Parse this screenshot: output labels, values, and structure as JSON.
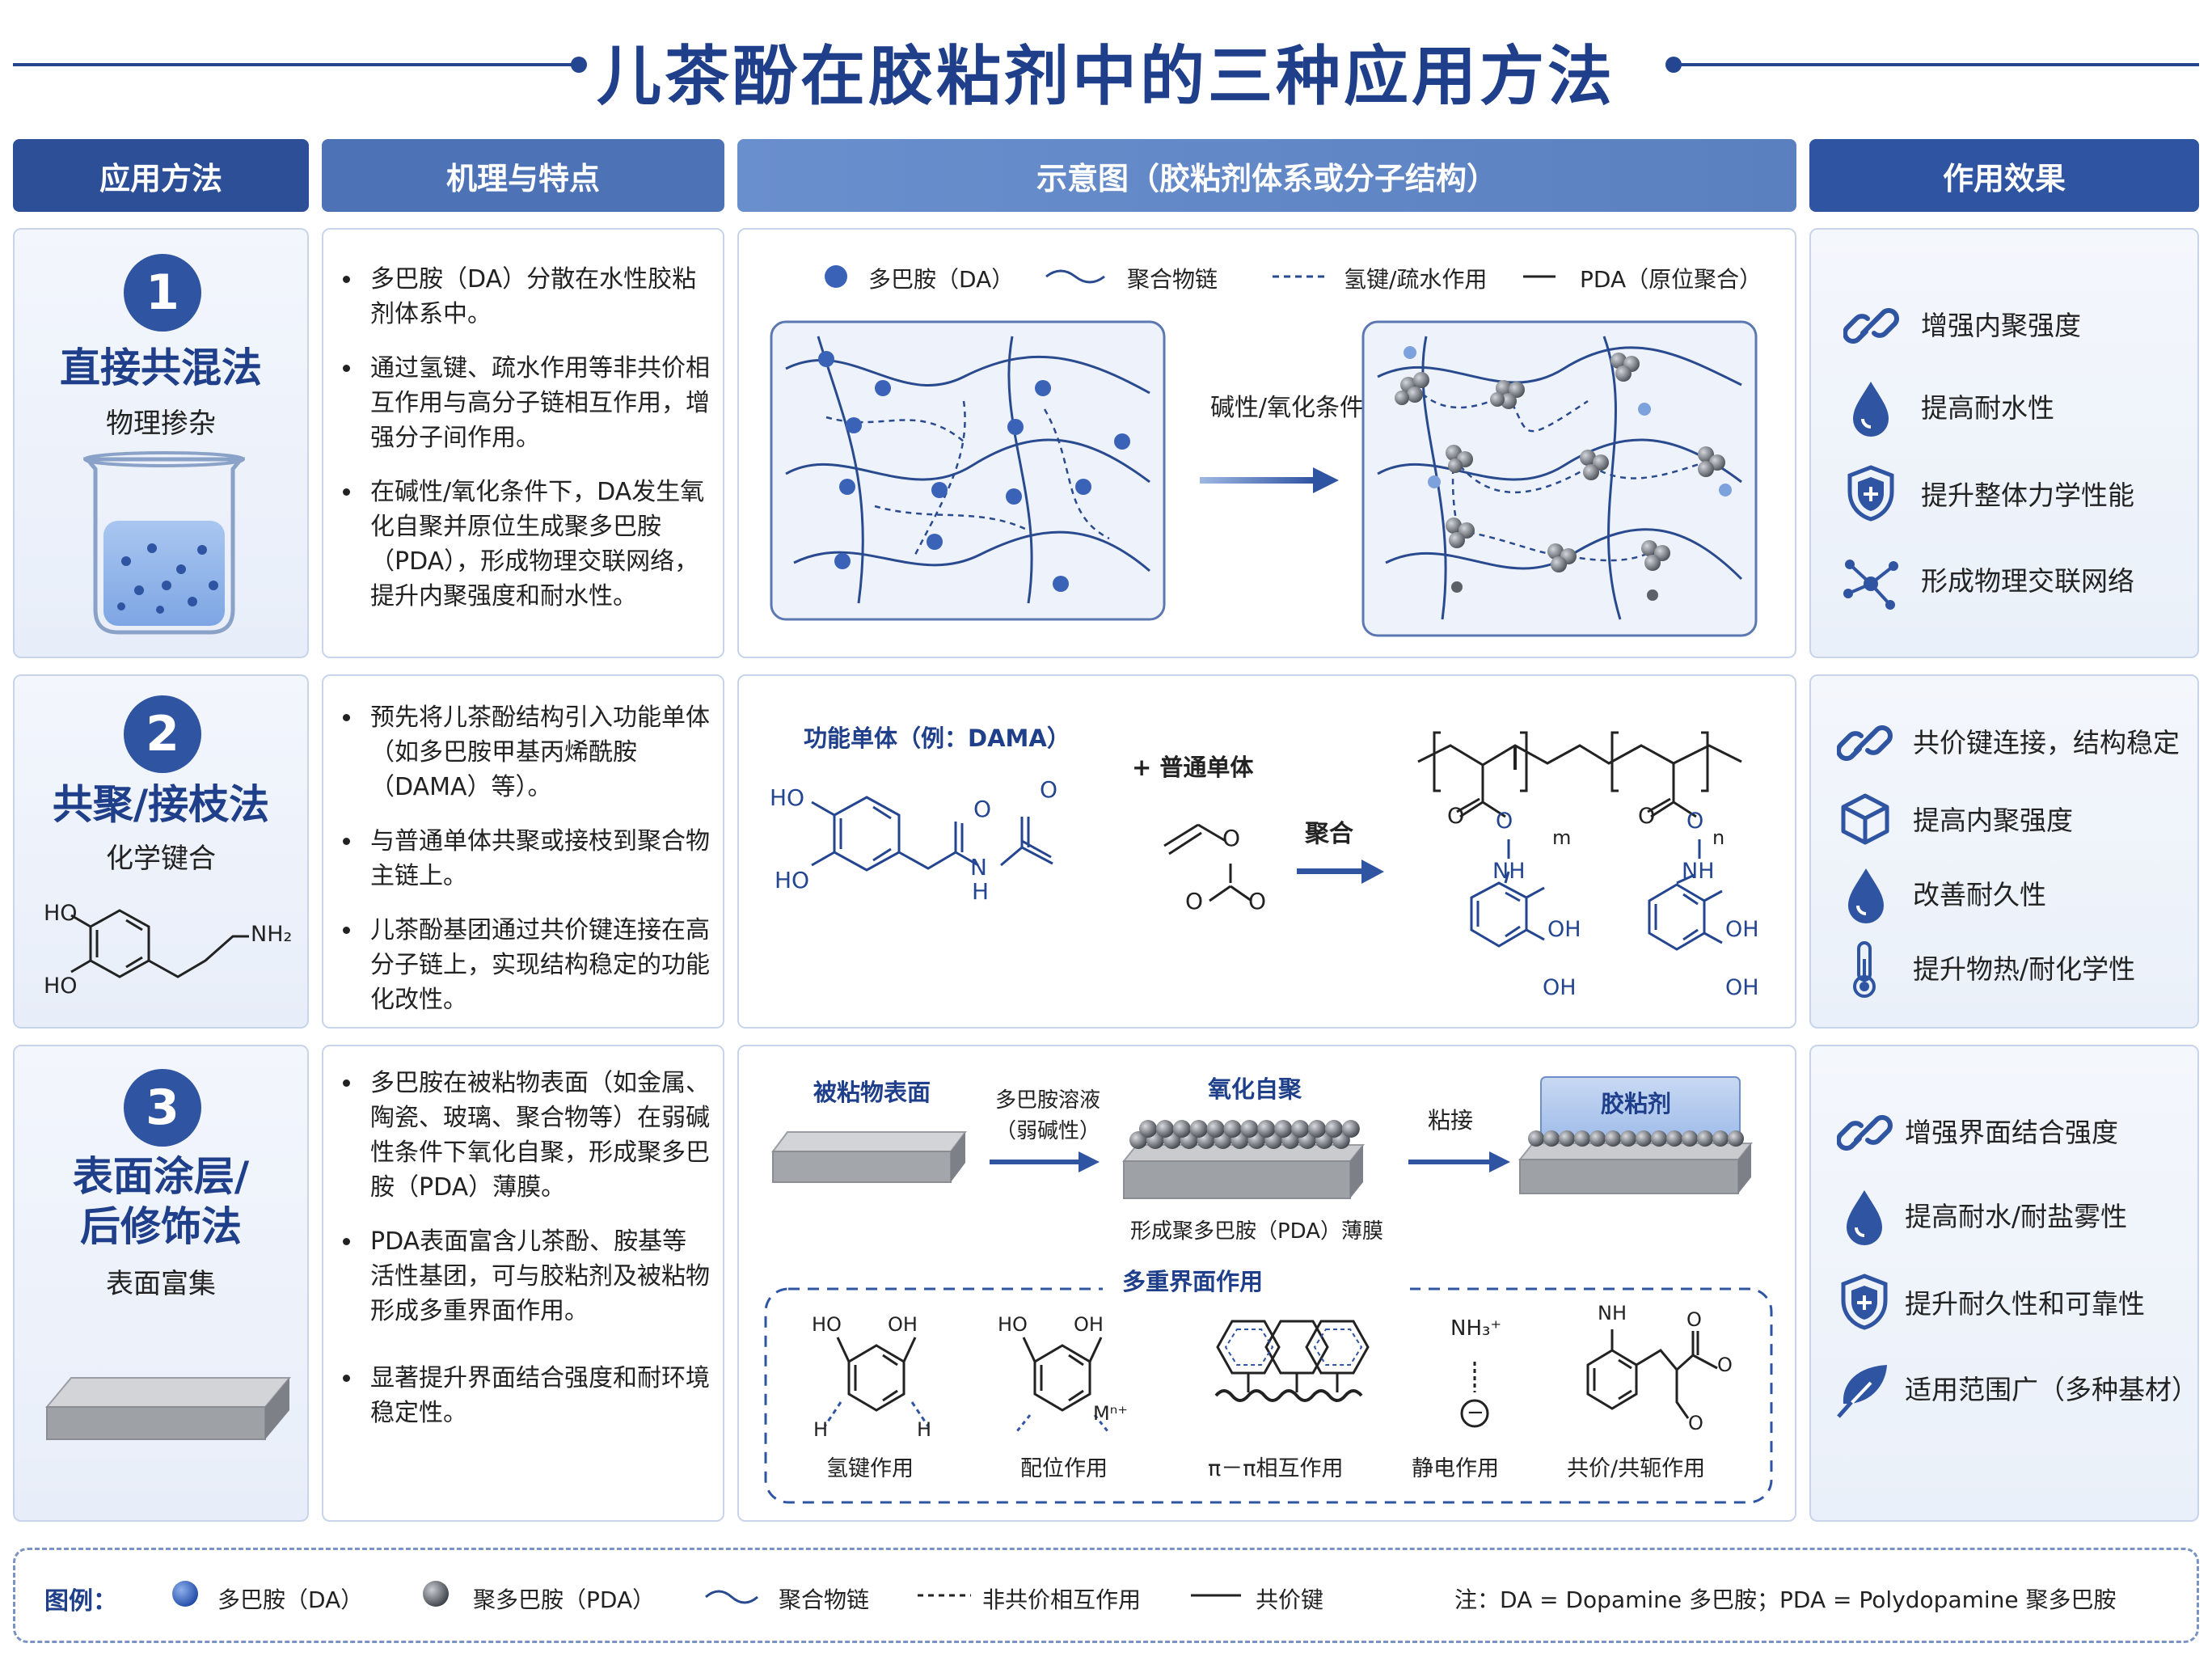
{
  "title": "儿茶酚在胶粘剂中的三种应用方法",
  "headers": [
    "应用方法",
    "机理与特点",
    "示意图（胶粘剂体系或分子结构）",
    "作用效果"
  ],
  "rows": [
    {
      "number": "1",
      "name": "直接共混法",
      "sub": "物理掺杂",
      "bullets": [
        "多巴胺（DA）分散在水性胶粘剂体系中。",
        "通过氢键、疏水作用等非共价相互作用与高分子链相互作用，增强分子间作用。",
        "在碱性/氧化条件下，DA发生氧化自聚并原位生成聚多巴胺（PDA），形成物理交联网络，提升内聚强度和耐水性。"
      ],
      "diagram": {
        "legend": [
          "多巴胺（DA）",
          "聚合物链",
          "氢键/疏水作用",
          "PDA（原位聚合）"
        ],
        "arrow_label": "碱性/氧化条件"
      },
      "effects": [
        {
          "icon": "link-icon",
          "text": "增强内聚强度"
        },
        {
          "icon": "water-drop-icon",
          "text": "提高耐水性"
        },
        {
          "icon": "shield-icon",
          "text": "提升整体力学性能"
        },
        {
          "icon": "network-icon",
          "text": "形成物理交联网络"
        }
      ]
    },
    {
      "number": "2",
      "name": "共聚/接枝法",
      "sub": "化学键合",
      "molecule_labels": {
        "ho1": "HO",
        "ho2": "HO",
        "nh2": "NH₂"
      },
      "bullets": [
        "预先将儿茶酚结构引入功能单体（如多巴胺甲基丙烯酰胺（DAMA）等）。",
        "与普通单体共聚或接枝到聚合物主链上。",
        "儿茶酚基团通过共价键连接在高分子链上，实现结构稳定的功能化改性。"
      ],
      "diagram": {
        "monomer_title": "功能单体（例：DAMA）",
        "plus_label": "+  普通单体",
        "arrow_label": "聚合",
        "atoms": {
          "ho": "HO",
          "o": "O",
          "n": "N",
          "h": "H",
          "nh": "NH",
          "oh": "OH",
          "m": "m",
          "n_sub": "n"
        }
      },
      "effects": [
        {
          "icon": "link-icon",
          "text": "共价键连接，结构稳定"
        },
        {
          "icon": "cube-icon",
          "text": "提高内聚强度"
        },
        {
          "icon": "water-drop-icon",
          "text": "改善耐久性"
        },
        {
          "icon": "thermometer-icon",
          "text": "提升物热/耐化学性"
        }
      ]
    },
    {
      "number": "3",
      "name": "表面涂层/后修饰法",
      "name_lines": [
        "表面涂层/",
        "后修饰法"
      ],
      "sub": "表面富集",
      "bullets": [
        "多巴胺在被粘物表面（如金属、陶瓷、玻璃、聚合物等）在弱碱性条件下氧化自聚，形成聚多巴胺（PDA）薄膜。",
        "PDA表面富含儿茶酚、胺基等活性基团，可与胶粘剂及被粘物形成多重界面作用。",
        "显著提升界面结合强度和耐环境稳定性。"
      ],
      "diagram": {
        "substrate_label": "被粘物表面",
        "solution_label": "多巴胺溶液（弱碱性）",
        "solution_lines": [
          "多巴胺溶液",
          "（弱碱性）"
        ],
        "selfpoly_label": "氧化自聚",
        "bond_label": "粘接",
        "adhesive_label": "胶粘剂",
        "film_label": "形成聚多巴胺（PDA）薄膜",
        "interface_title": "多重界面作用",
        "interactions": [
          "氢键作用",
          "配位作用",
          "π－π相互作用",
          "静电作用",
          "共价/共轭作用"
        ],
        "atoms": {
          "ho": "HO",
          "oh": "OH",
          "h": "H",
          "metal": "Mⁿ⁺",
          "nh3": "NH₃⁺",
          "minus": "−",
          "nh": "NH",
          "o": "O"
        }
      },
      "effects": [
        {
          "icon": "link-icon",
          "text": "增强界面结合强度"
        },
        {
          "icon": "water-drop-icon",
          "text": "提高耐水/耐盐雾性"
        },
        {
          "icon": "shield-icon",
          "text": "提升耐久性和可靠性"
        },
        {
          "icon": "leaf-icon",
          "text": "适用范围广（多种基材）"
        }
      ]
    }
  ],
  "footer": {
    "title": "图例：",
    "items": [
      "多巴胺（DA）",
      "聚多巴胺（PDA）",
      "聚合物链",
      "非共价相互作用",
      "共价键"
    ],
    "note": "注：DA = Dopamine 多巴胺；PDA = Polydopamine 聚多巴胺"
  },
  "colors": {
    "primary": "#1f3f8a",
    "accent": "#2f54a2",
    "header_light": "#5e84c4",
    "border": "#c7d4ea"
  }
}
